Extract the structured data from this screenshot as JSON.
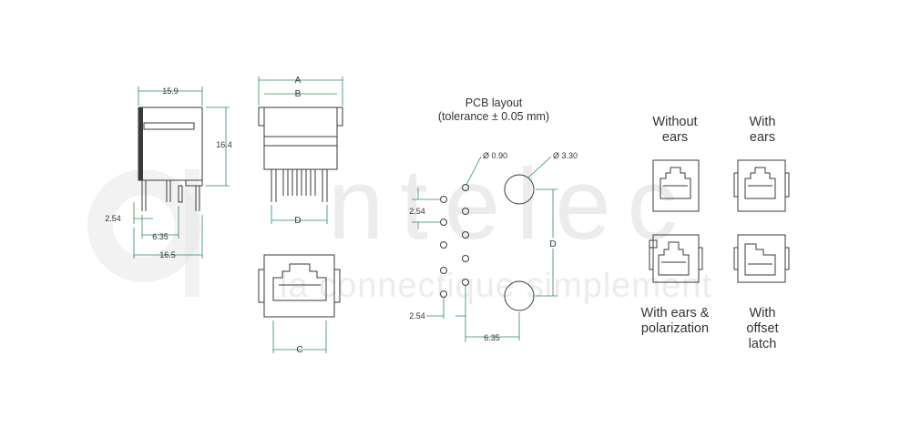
{
  "watermark": {
    "logo_letter": "a",
    "brand": "ntelec",
    "tagline": "la connectique simplement"
  },
  "side_view": {
    "width_top": "15.9",
    "height": "16.4",
    "width_bottom": "16.5",
    "pin_offset_a": "2.54",
    "pin_offset_b": "6.35"
  },
  "front_view": {
    "label_a": "A",
    "label_b": "B",
    "label_d": "D",
    "label_c": "C"
  },
  "pcb_layout": {
    "title": "PCB layout",
    "tolerance": "(tolerance ± 0.05 mm)",
    "small_hole": "Ø 0.90",
    "large_hole": "Ø 3.30",
    "pitch_vertical": "2.54",
    "pitch_horizontal": "2.54",
    "row_offset": "6.35",
    "label_d": "D"
  },
  "variants": [
    {
      "name": "Without ears",
      "line1": "Without",
      "line2": "ears"
    },
    {
      "name": "With ears",
      "line1": "With",
      "line2": "ears"
    },
    {
      "name": "With ears & polarization",
      "line1": "With ears &",
      "line2": "polarization"
    },
    {
      "name": "With offset latch",
      "line1": "With",
      "line2": "offset",
      "line3": "latch"
    }
  ],
  "colors": {
    "dimension_line": "#2e8b57",
    "outline": "#3a3a3a",
    "watermark": "#e8e8e8"
  }
}
